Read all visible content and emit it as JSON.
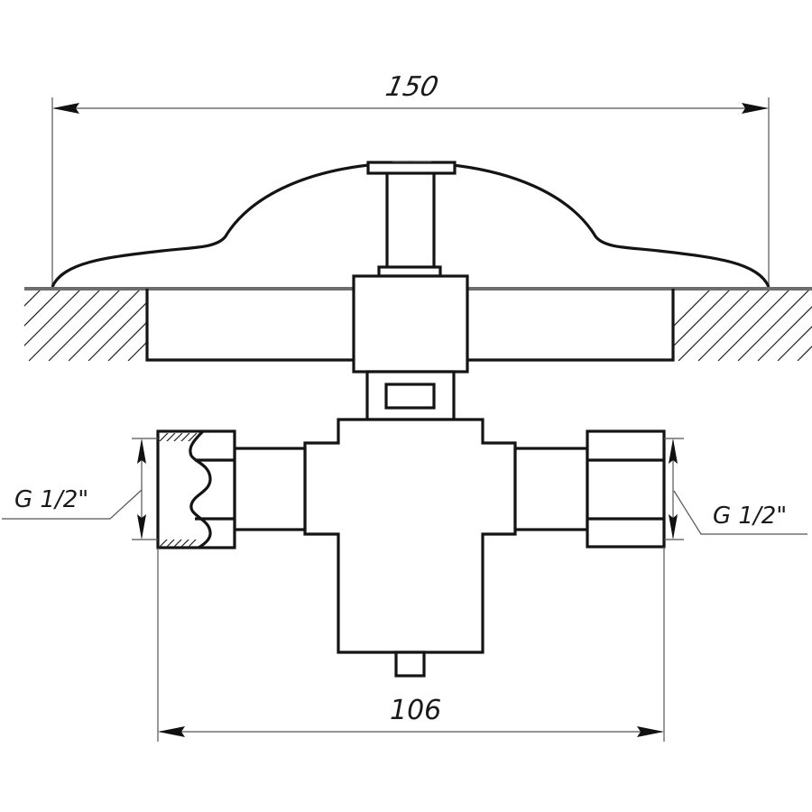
{
  "drawing": {
    "title": "Shower mixer installation drawing",
    "stroke_color": "#141414",
    "dimension_line_color": "#555555",
    "wall_line_color": "#6e6e6e",
    "background": "#ffffff"
  },
  "dimensions": {
    "overall_width": {
      "value": "150",
      "unit": "mm",
      "label": "150"
    },
    "inlet_spacing": {
      "value": "106",
      "unit": "mm",
      "label": "106"
    }
  },
  "threads": {
    "left_inlet": {
      "label": "G 1/2\""
    },
    "right_inlet": {
      "label": "G 1/2\""
    }
  },
  "components": [
    {
      "id": "escutcheon",
      "name": "Decorative cover plate (escutcheon)"
    },
    {
      "id": "stem",
      "name": "Spindle / stem"
    },
    {
      "id": "wall",
      "name": "Wall with hatched section"
    },
    {
      "id": "mounting-box",
      "name": "In-wall mounting flange"
    },
    {
      "id": "body",
      "name": "Mixer body"
    },
    {
      "id": "left-nut",
      "name": "Left inlet union nut (sectioned)"
    },
    {
      "id": "right-nut",
      "name": "Right inlet union nut"
    },
    {
      "id": "outlet",
      "name": "Bottom outlet stub"
    }
  ]
}
